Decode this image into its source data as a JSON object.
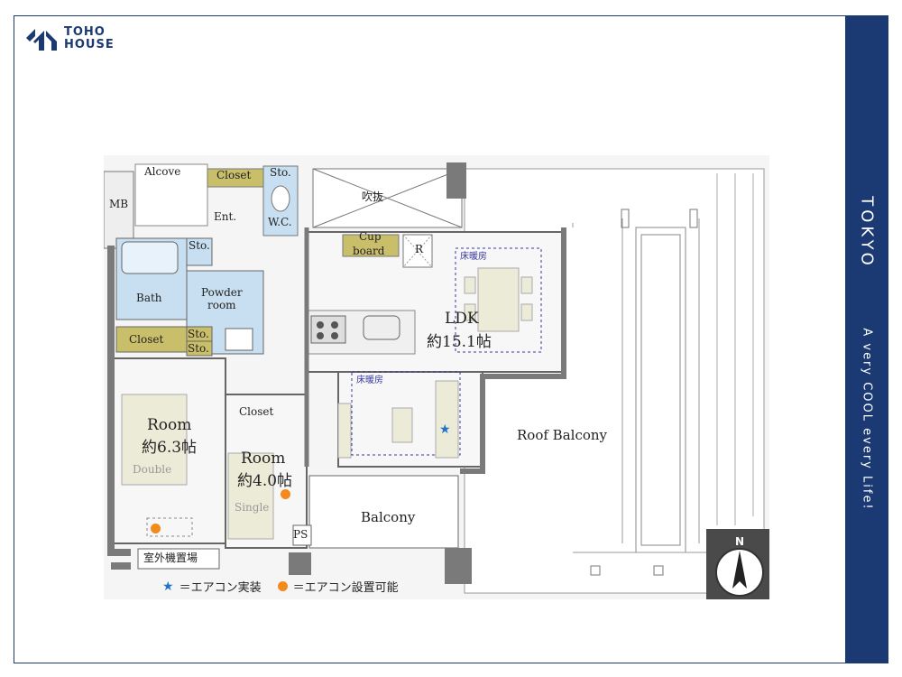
{
  "brand": {
    "line1": "TOHO",
    "line2": "HOUSE"
  },
  "side": {
    "city": "TOKYO",
    "tagline": "A very COOL every Life!"
  },
  "rooms": {
    "alcove": "Alcove",
    "mb": "MB",
    "closet_top": "Closet",
    "sto_top": "Sto.",
    "ent": "Ent.",
    "wc": "W.C.",
    "fukinuke": "吹抜",
    "cup": "Cup",
    "board": "board",
    "r": "R",
    "yuka1": "床暖房",
    "ldk": "LDK",
    "ldk_size": "約15.1帖",
    "sto_bath": "Sto.",
    "bath": "Bath",
    "powder1": "Powder",
    "powder2": "room",
    "closet_left": "Closet",
    "sto_a": "Sto.",
    "sto_b": "Sto.",
    "yuka2": "床暖房",
    "closet_mid": "Closet",
    "room1": "Room",
    "room1_size": "約6.3帖",
    "double": "Double",
    "room2": "Room",
    "room2_size": "約4.0帖",
    "single": "Single",
    "ps": "PS",
    "balcony": "Balcony",
    "roof_balcony": "Roof Balcony",
    "outdoor": "室外機置場",
    "north": "N"
  },
  "legend": {
    "ac_installed": "＝エアコン実装",
    "ac_possible": "＝エアコン設置可能"
  },
  "colors": {
    "navy": "#1b3a74",
    "wet_area": "#c7dff0",
    "closet": "#c9be6a",
    "ac_star": "#1e74c8",
    "ac_dot": "#f28a1c"
  }
}
